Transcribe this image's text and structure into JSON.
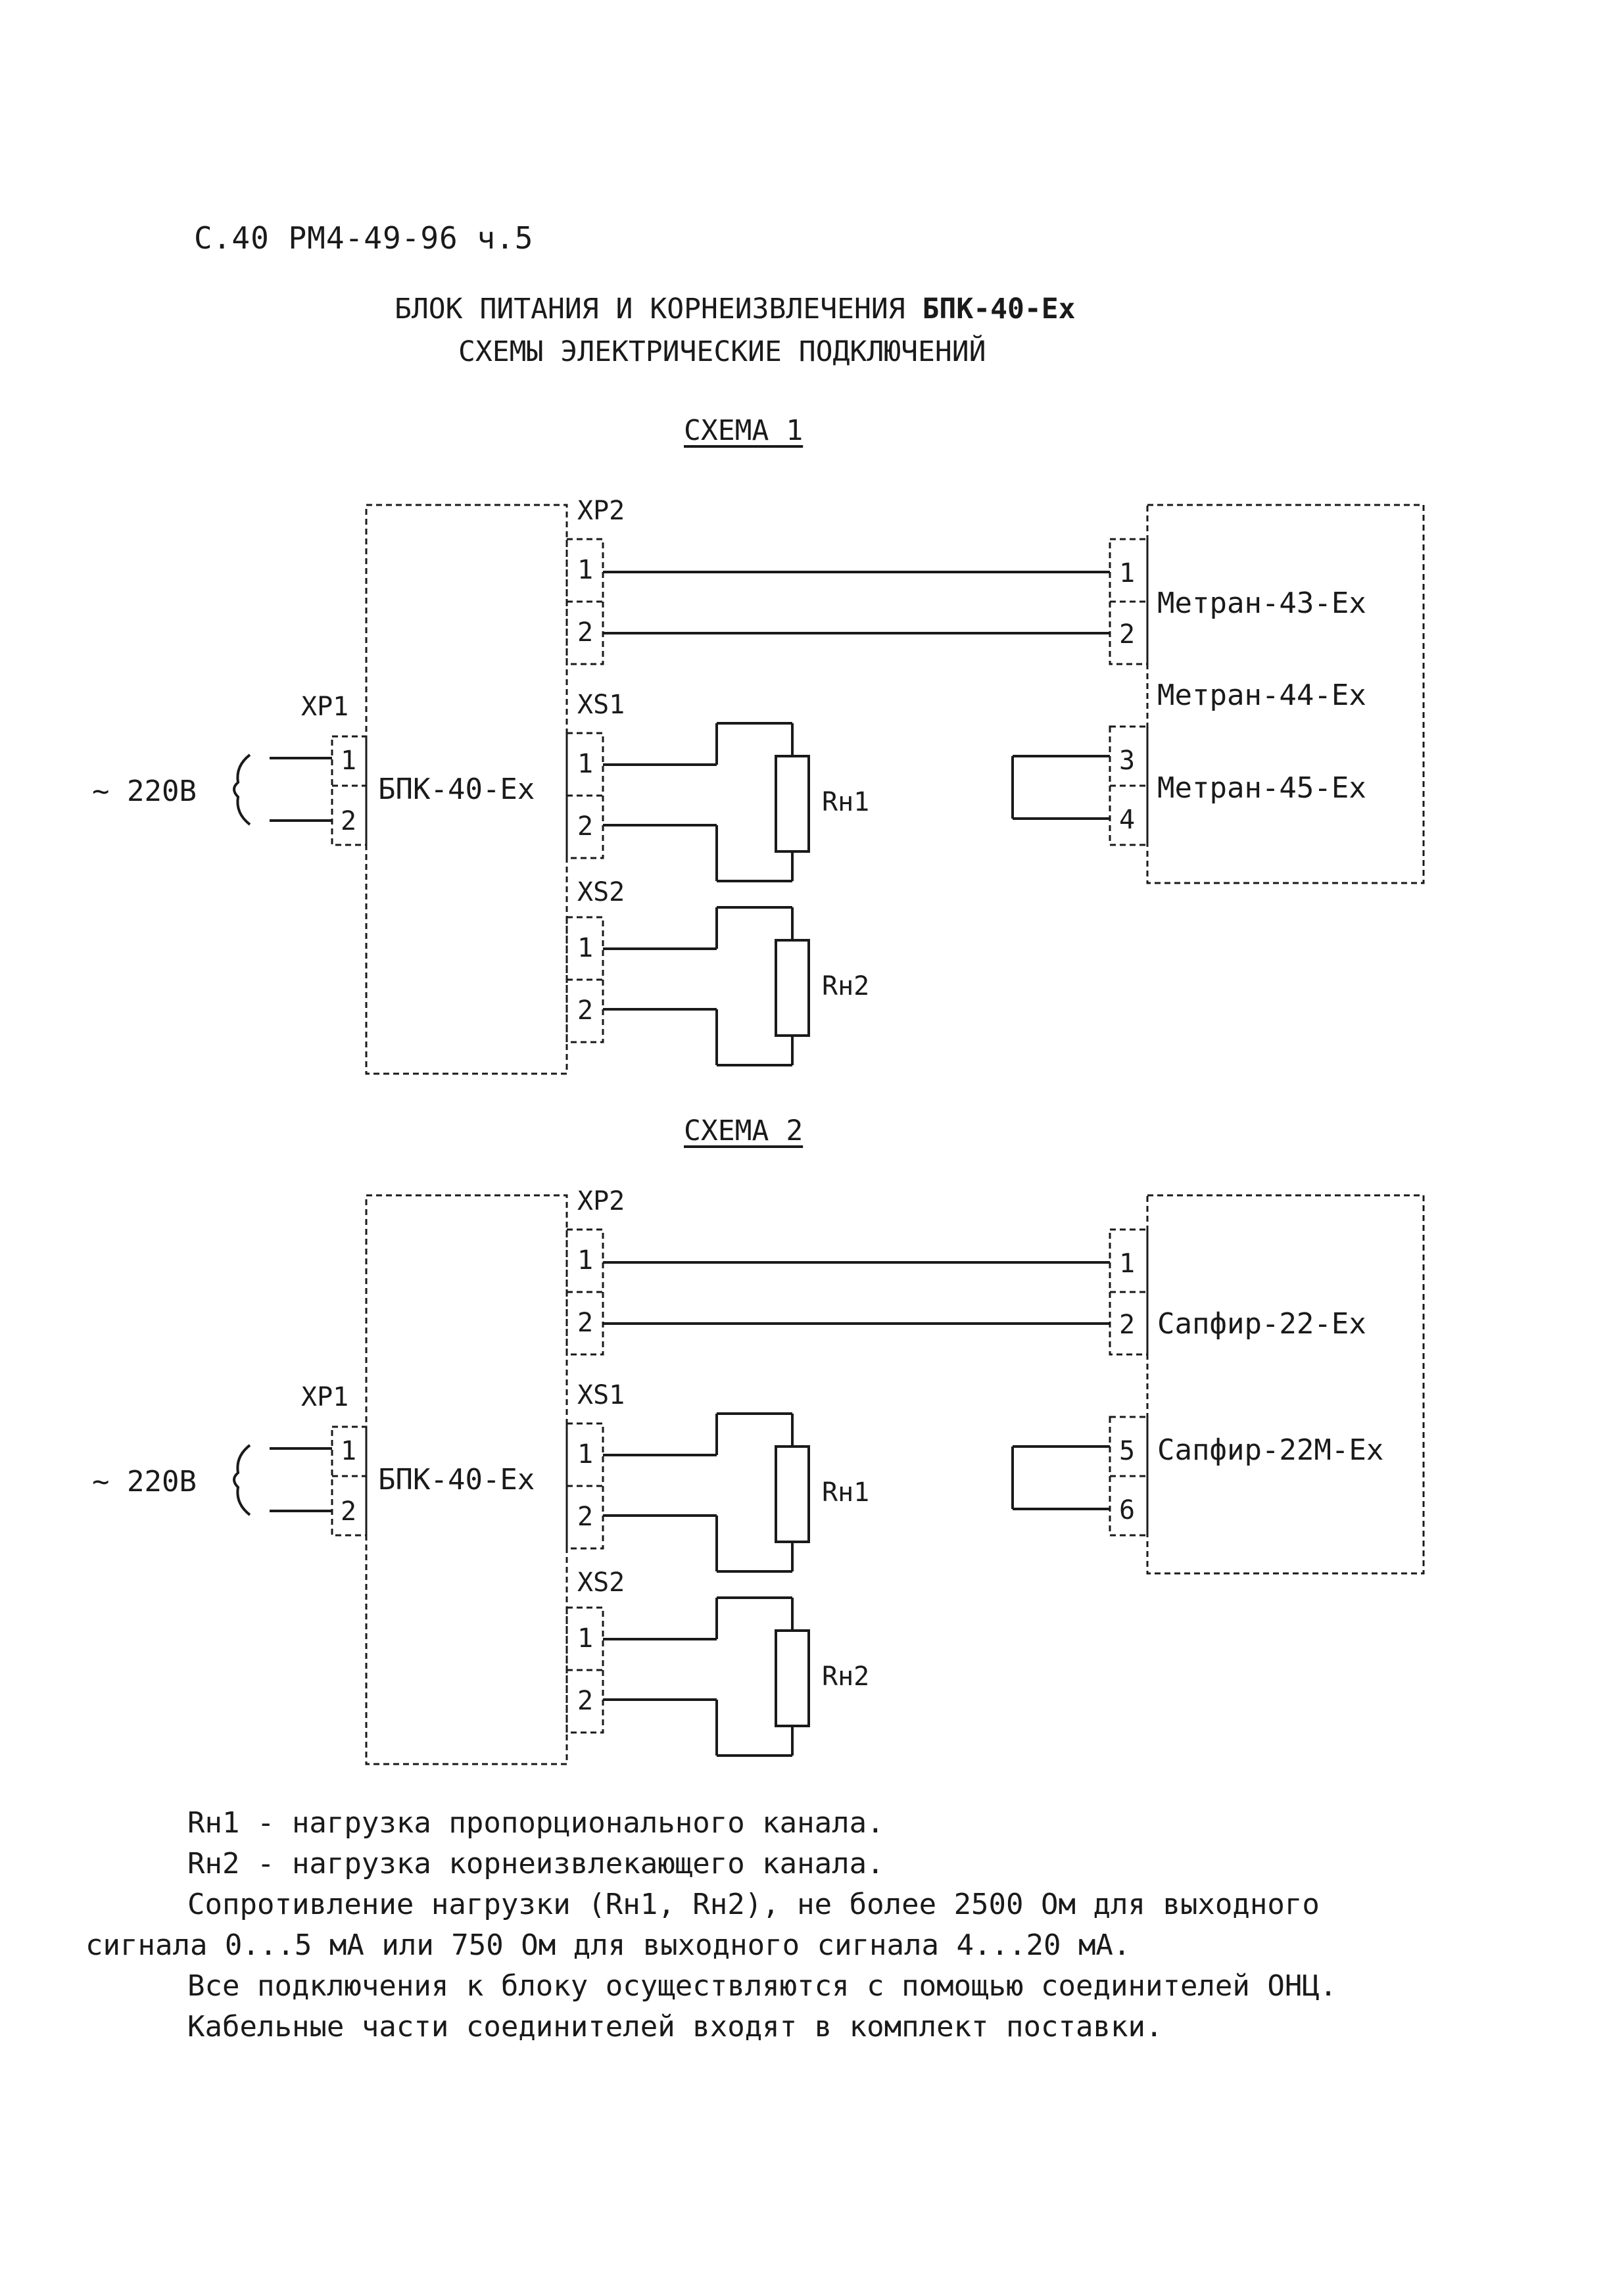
{
  "page": {
    "header": "С.40 РМ4-49-96 ч.5",
    "title_line1_prefix": "БЛОК ПИТАНИЯ И КОРНЕИЗВЛЕЧЕНИЯ",
    "title_line1_bold": "БПК-40-Ex",
    "title_line2": "СХЕМЫ ЭЛЕКТРИЧЕСКИЕ ПОДКЛЮЧЕНИЙ"
  },
  "schemes": [
    {
      "title": "СХЕМА 1",
      "supply": "~ 220В",
      "unit_label": "БПК-40-Ex",
      "xp1": "XP1",
      "xp2": "XP2",
      "xs1": "XS1",
      "xs2": "XS2",
      "pins_12": [
        "1",
        "2"
      ],
      "rh1": "Rн1",
      "rh2": "Rн2",
      "device_pins": [
        "1",
        "2",
        "3",
        "4"
      ],
      "devices": [
        "Метран-43-Ex",
        "Метран-44-Ex",
        "Метран-45-Ex"
      ]
    },
    {
      "title": "СХЕМА 2",
      "supply": "~ 220В",
      "unit_label": "БПК-40-Ex",
      "xp1": "XP1",
      "xp2": "XP2",
      "xs1": "XS1",
      "xs2": "XS2",
      "pins_12": [
        "1",
        "2"
      ],
      "rh1": "Rн1",
      "rh2": "Rн2",
      "device_pins": [
        "1",
        "2",
        "5",
        "6"
      ],
      "devices": [
        "Сапфир-22-Ex",
        "Сапфир-22М-Ex"
      ]
    }
  ],
  "notes": [
    "Rн1 - нагрузка пропорционального канала.",
    "Rн2 - нагрузка корнеизвлекающего канала.",
    "Сопротивление нагрузки (Rн1, Rн2), не более 2500 Ом для выходного",
    "сигнала 0...5 мА или 750 Ом для выходного сигнала 4...20 мА.",
    "Все подключения к блоку осуществляются с помощью соединителей ОНЦ.",
    "Кабельные части соединителей входят в комплект поставки."
  ]
}
